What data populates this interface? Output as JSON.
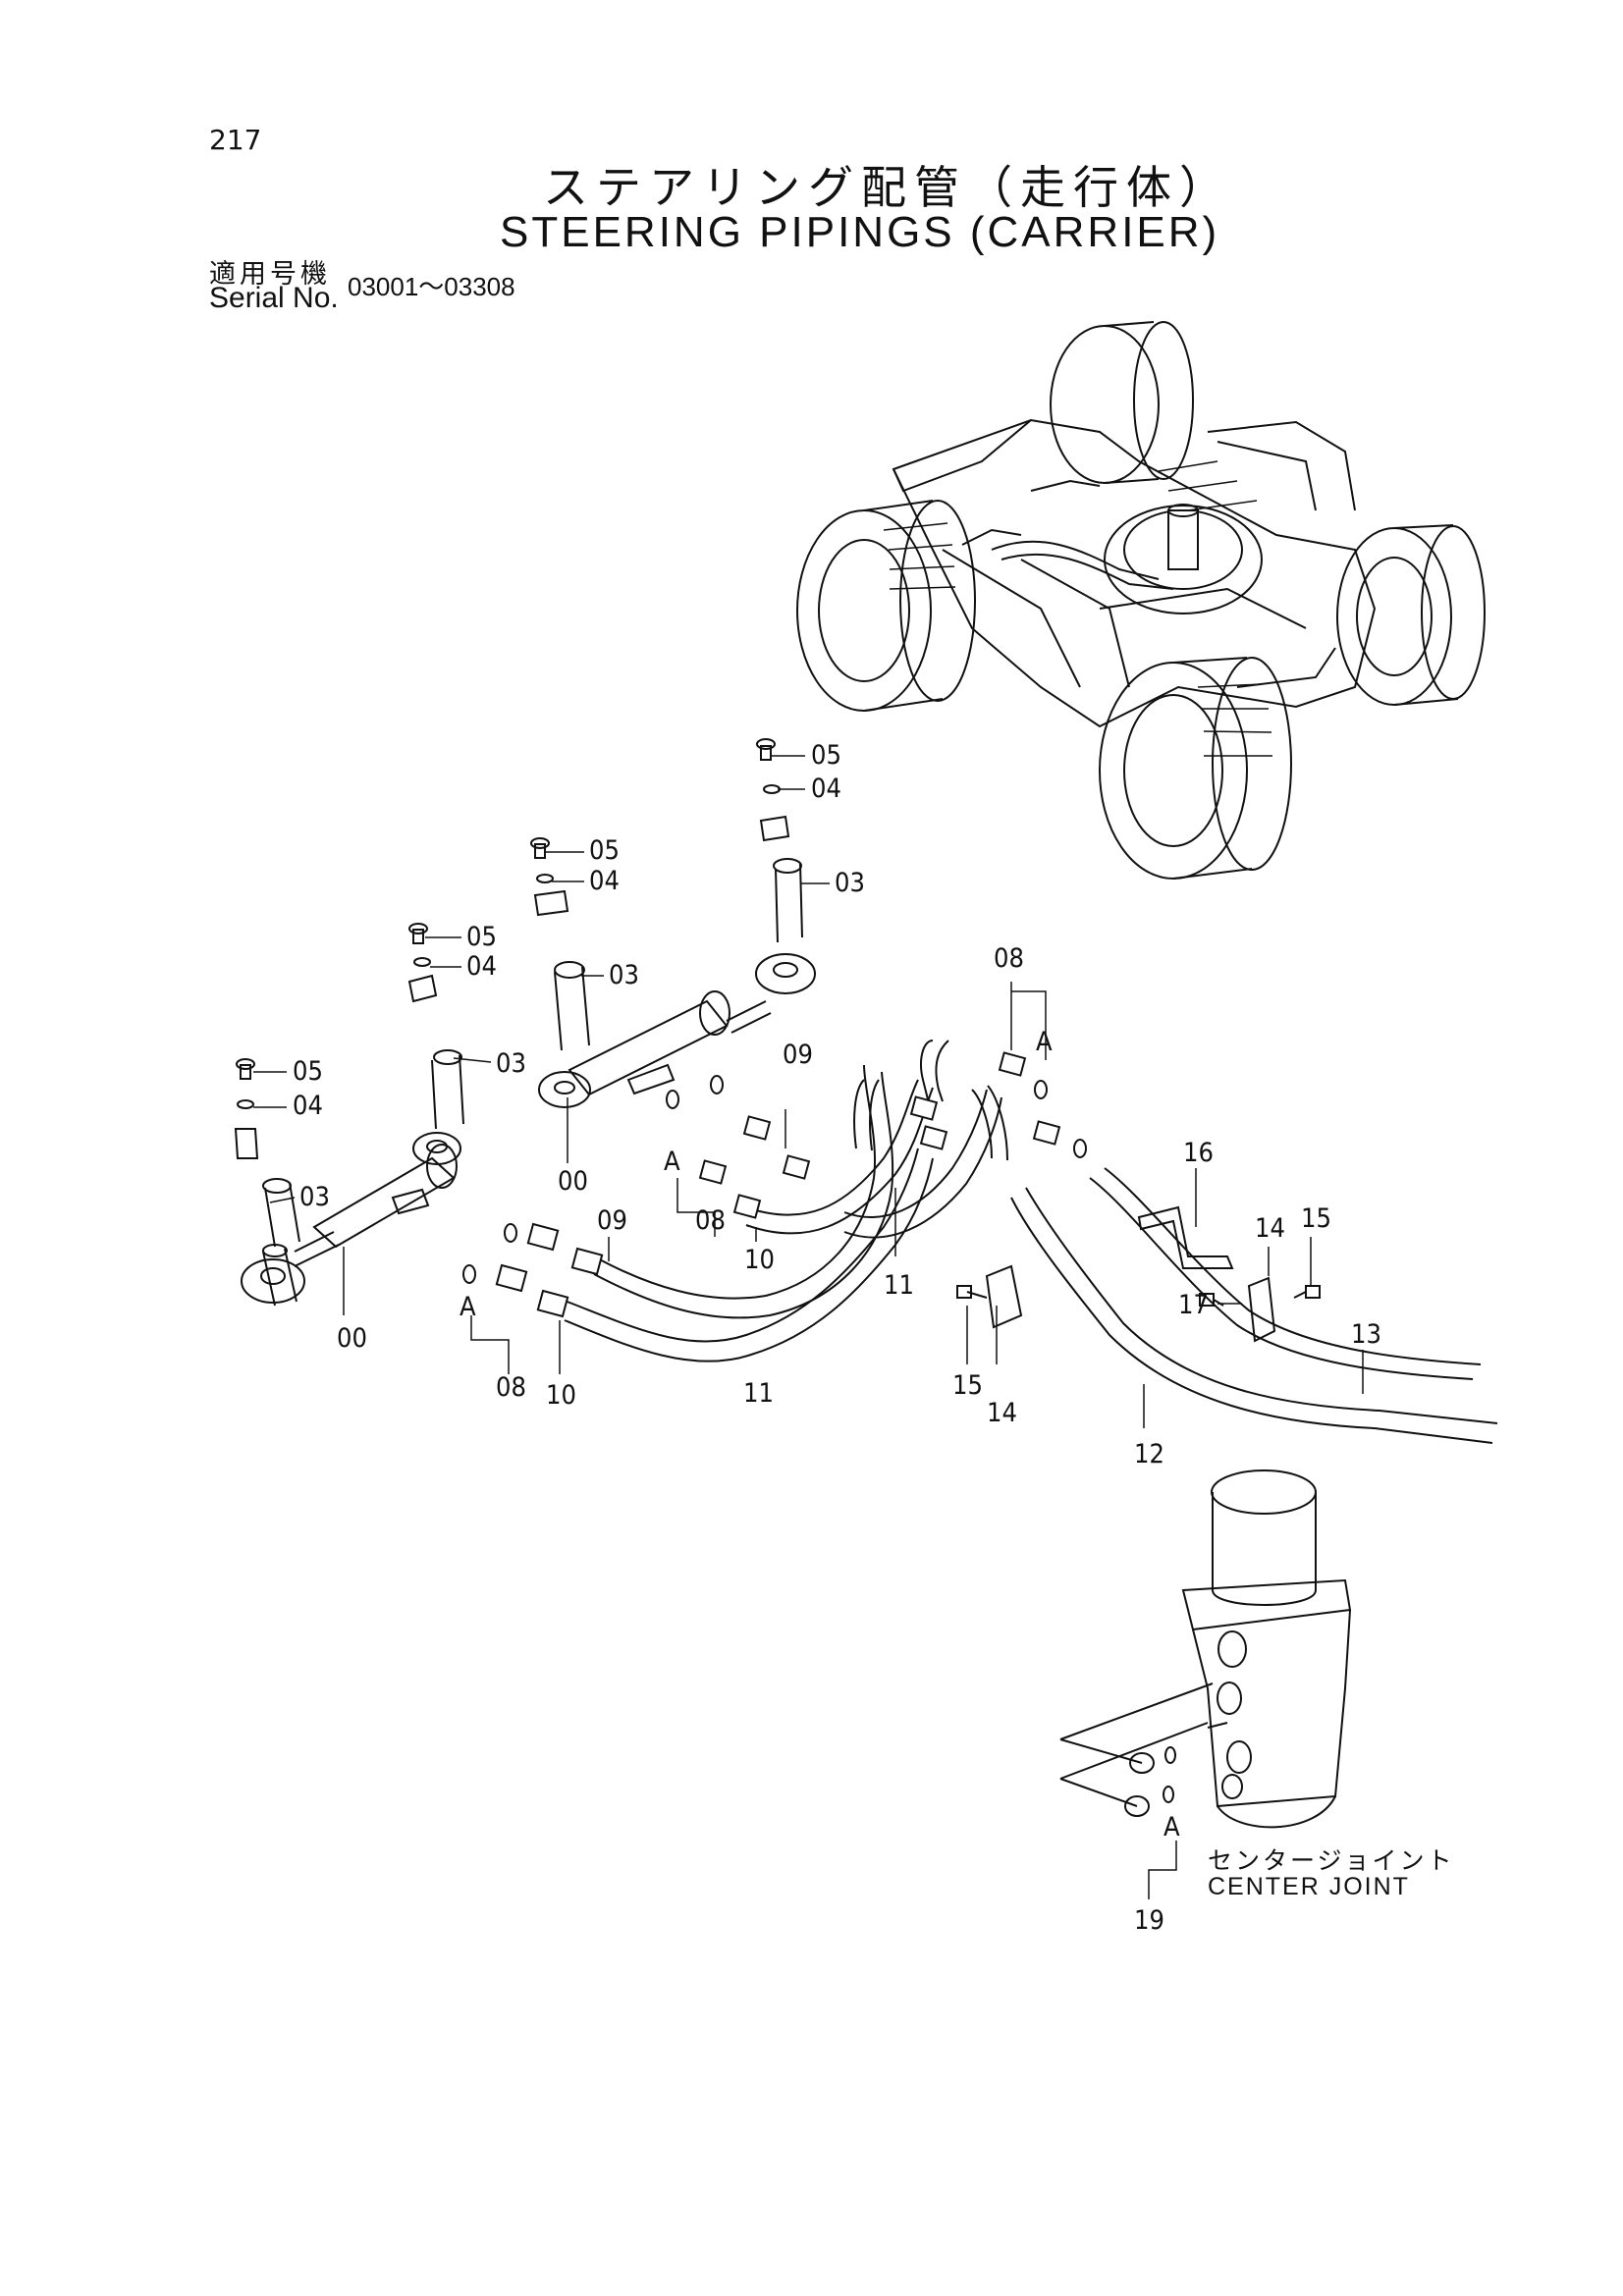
{
  "page_number": "217",
  "title_jp": "ステアリング配管（走行体）",
  "title_en": "STEERING PIPINGS (CARRIER)",
  "serial_label_jp": "適用号機",
  "serial_label_en": "Serial No.",
  "serial_range": "03001～03308",
  "center_joint_jp": "センタージョイント",
  "center_joint_en": "CENTER JOINT",
  "callouts": {
    "c05a": "05",
    "c04a": "04",
    "c03a": "03",
    "c05b": "05",
    "c04b": "04",
    "c03b": "03",
    "c05c": "05",
    "c04c": "04",
    "c03c": "03",
    "c05d": "05",
    "c04d": "04",
    "c03d": "03",
    "c08a": "08",
    "cAa": "A",
    "c09a": "09",
    "c00a": "00",
    "cAb": "A",
    "c08b": "08",
    "c09b": "09",
    "c10a": "10",
    "c11a": "11",
    "c00b": "00",
    "cAc": "A",
    "c08c": "08",
    "c10b": "10",
    "c11b": "11",
    "c16": "16",
    "c14a": "14",
    "c15a": "15",
    "c17": "17",
    "c15b": "15",
    "c14b": "14",
    "c13": "13",
    "c12": "12",
    "cAd": "A",
    "c19": "19"
  },
  "colors": {
    "ink": "#111111",
    "paper": "#ffffff"
  }
}
